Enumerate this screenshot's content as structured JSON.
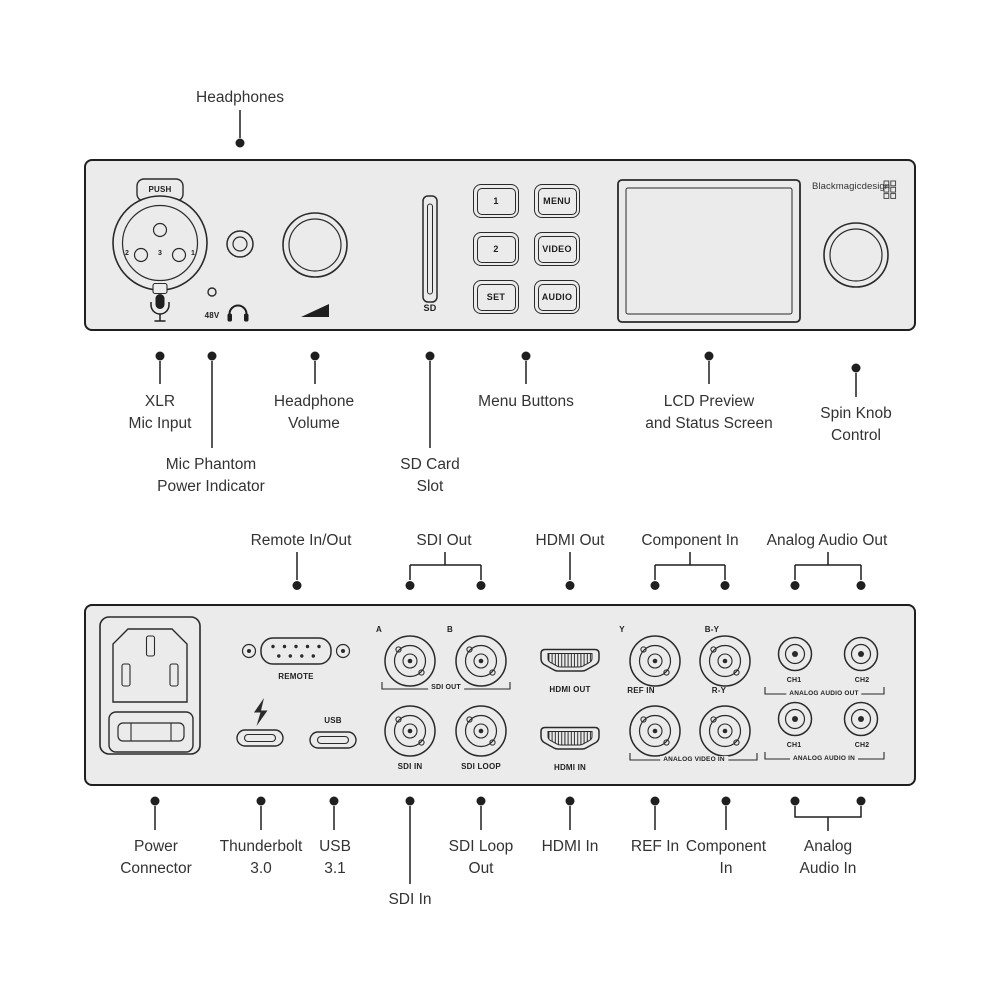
{
  "colors": {
    "background": "#ffffff",
    "panel_fill": "#ebebeb",
    "outline": "#1f1f1f",
    "text": "#333333"
  },
  "front": {
    "brand": "Blackmagicdesign",
    "push_label": "PUSH",
    "pin_left": "2",
    "pin_center": "3",
    "pin_right": "1",
    "phantom_label": "48V",
    "sd_label": "SD",
    "button_labels": [
      "1",
      "MENU",
      "2",
      "VIDEO",
      "SET",
      "AUDIO"
    ]
  },
  "rear": {
    "remote_label": "REMOTE",
    "usb_label": "USB",
    "sdi_a": "A",
    "sdi_b": "B",
    "sdi_out_group": "SDI OUT",
    "sdi_in_label": "SDI IN",
    "sdi_loop_label": "SDI LOOP",
    "hdmi_out_label": "HDMI OUT",
    "hdmi_in_label": "HDMI IN",
    "comp_y": "Y",
    "comp_by": "B-Y",
    "ref_in_label": "REF IN",
    "comp_ry": "R-Y",
    "analog_video_group": "ANALOG VIDEO IN",
    "audio_out_ch1": "CH1",
    "audio_out_ch2": "CH2",
    "audio_out_group": "ANALOG AUDIO OUT",
    "audio_in_ch1": "CH1",
    "audio_in_ch2": "CH2",
    "audio_in_group": "ANALOG AUDIO IN"
  },
  "callouts": {
    "headphones": [
      "Headphones"
    ],
    "xlr_mic_input": [
      "XLR",
      "Mic Input"
    ],
    "mic_phantom": [
      "Mic Phantom",
      "Power Indicator"
    ],
    "headphone_volume": [
      "Headphone",
      "Volume"
    ],
    "sd_card_slot": [
      "SD Card",
      "Slot"
    ],
    "menu_buttons": [
      "Menu Buttons"
    ],
    "lcd_preview": [
      "LCD Preview",
      "and Status Screen"
    ],
    "spin_knob": [
      "Spin Knob",
      "Control"
    ],
    "remote_in_out": [
      "Remote In/Out"
    ],
    "sdi_out": [
      "SDI Out"
    ],
    "hdmi_out": [
      "HDMI Out"
    ],
    "component_in_top": [
      "Component In"
    ],
    "analog_audio_out": [
      "Analog Audio Out"
    ],
    "power_connector": [
      "Power",
      "Connector"
    ],
    "thunderbolt_30": [
      "Thunderbolt",
      "3.0"
    ],
    "usb_31": [
      "USB",
      "3.1"
    ],
    "sdi_in": [
      "SDI In"
    ],
    "sdi_loop_out": [
      "SDI Loop",
      "Out"
    ],
    "hdmi_in": [
      "HDMI In"
    ],
    "ref_in": [
      "REF In"
    ],
    "component_in_bottom": [
      "Component",
      "In"
    ],
    "analog_audio_in": [
      "Analog",
      "Audio In"
    ]
  }
}
